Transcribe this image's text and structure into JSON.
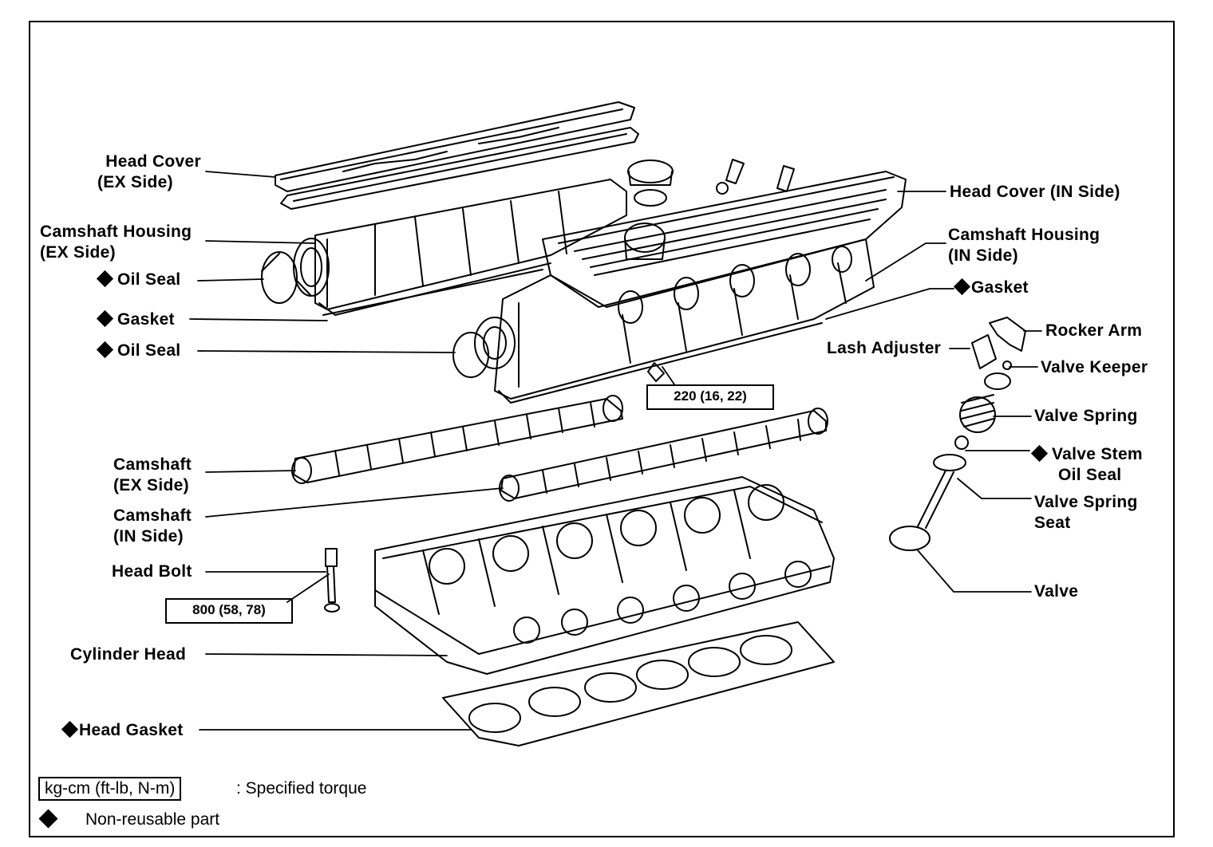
{
  "labels": {
    "head_cover_ex": [
      "Head Cover",
      "(EX Side)"
    ],
    "camshaft_housing_ex": [
      "Camshaft Housing",
      "(EX Side)"
    ],
    "oil_seal_upper": "Oil Seal",
    "gasket_left": "Gasket",
    "oil_seal_lower": "Oil Seal",
    "camshaft_ex": [
      "Camshaft",
      "(EX Side)"
    ],
    "camshaft_in": [
      "Camshaft",
      "(IN Side)"
    ],
    "head_bolt": "Head Bolt",
    "cylinder_head": "Cylinder Head",
    "head_gasket": "Head Gasket",
    "head_cover_in": "Head Cover (IN Side)",
    "camshaft_housing_in": [
      "Camshaft Housing",
      "(IN Side)"
    ],
    "gasket_right": "Gasket",
    "rocker_arm": "Rocker Arm",
    "lash_adjuster": "Lash Adjuster",
    "valve_keeper": "Valve Keeper",
    "valve_spring": "Valve Spring",
    "valve_stem_oil_seal": [
      "Valve Stem",
      "Oil Seal"
    ],
    "valve_spring_seat": [
      "Valve Spring",
      "Seat"
    ],
    "valve": "Valve"
  },
  "torque_specs": {
    "housing_bolt": "220 (16, 22)",
    "head_bolt": "800 (58, 78)"
  },
  "legend": {
    "torque_box": "kg-cm (ft-lb, N-m)",
    "torque_text": ":  Specified torque",
    "nonreusable_text": "Non-reusable part"
  },
  "icons": [
    "diamond-icon"
  ]
}
